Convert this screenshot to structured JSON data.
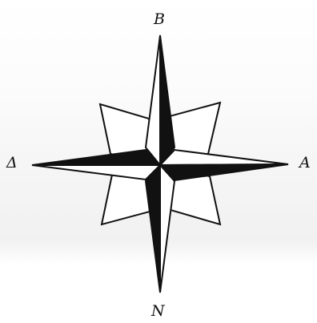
{
  "compass": {
    "labels": {
      "north": "B",
      "south": "N",
      "west": "Δ",
      "east": "A"
    },
    "colors": {
      "fill_dark": "#111111",
      "fill_light": "#ffffff",
      "stroke": "#111111"
    }
  }
}
